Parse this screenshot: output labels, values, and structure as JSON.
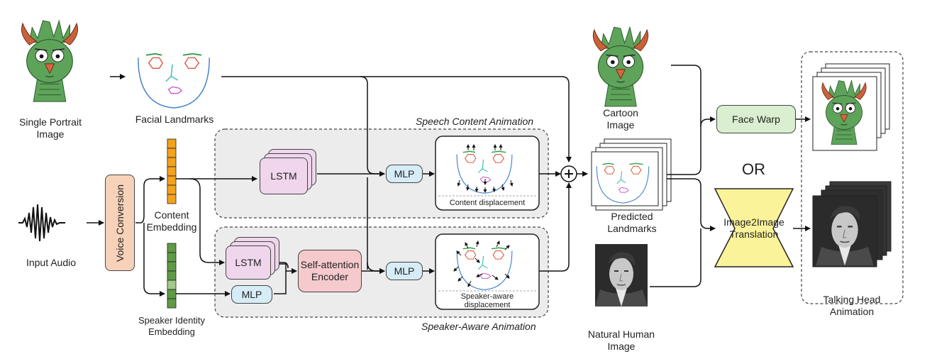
{
  "labels": {
    "single_portrait": "Single Portrait\nImage",
    "facial_landmarks": "Facial Landmarks",
    "input_audio": "Input Audio",
    "voice_conversion": "Voice Conversion",
    "content_embedding": "Content\nEmbedding",
    "speaker_embedding": "Speaker Identity\nEmbedding",
    "speech_content_animation": "Speech Content Animation",
    "speaker_aware_animation": "Speaker-Aware Animation",
    "lstm_top": "LSTM",
    "lstm_bottom": "LSTM",
    "mlp_top": "MLP",
    "mlp_bottom_small": "MLP",
    "mlp_bottom": "MLP",
    "self_attention": "Self-attention\nEncoder",
    "content_displacement": "Content displacement",
    "speaker_displacement": "Speaker-aware\ndisplacement",
    "cartoon_image": "Cartoon\nImage",
    "predicted_landmarks": "Predicted\nLandmarks",
    "natural_human_image": "Natural Human\nImage",
    "face_warp": "Face Warp",
    "or": "OR",
    "image2image": "Image2Image\nTranslation",
    "talking_head": "Talking Head\nAnimation"
  },
  "colors": {
    "green_character": "#5ea35a",
    "horn": "#c9613a",
    "content_embedding": "#f4a21c",
    "speaker_embedding": "#5f9a45",
    "panel_bg": "#ececec"
  }
}
